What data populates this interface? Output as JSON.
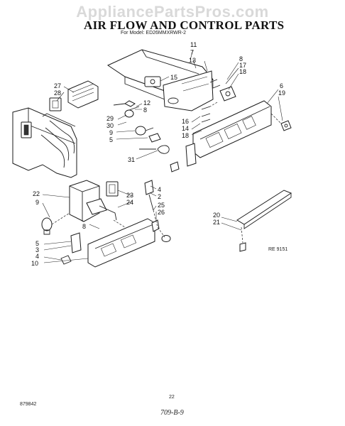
{
  "watermark": "AppliancePartsPros.com",
  "title": "AIR FLOW AND CONTROL PARTS",
  "subtitle": "For Model: ED26MMXRWR-2",
  "reference_code": "RE 9151",
  "page_number": "22",
  "doc_number": "879842",
  "handwritten_note": "709-B-9",
  "callouts": [
    "11",
    "7",
    "13",
    "8",
    "17",
    "18",
    "15",
    "27",
    "28",
    "12",
    "8",
    "29",
    "30",
    "9",
    "5",
    "16",
    "14",
    "18",
    "6",
    "19",
    "31",
    "22",
    "9",
    "23",
    "24",
    "4",
    "2",
    "25",
    "26",
    "8",
    "5",
    "3",
    "4",
    "10",
    "20",
    "21"
  ]
}
